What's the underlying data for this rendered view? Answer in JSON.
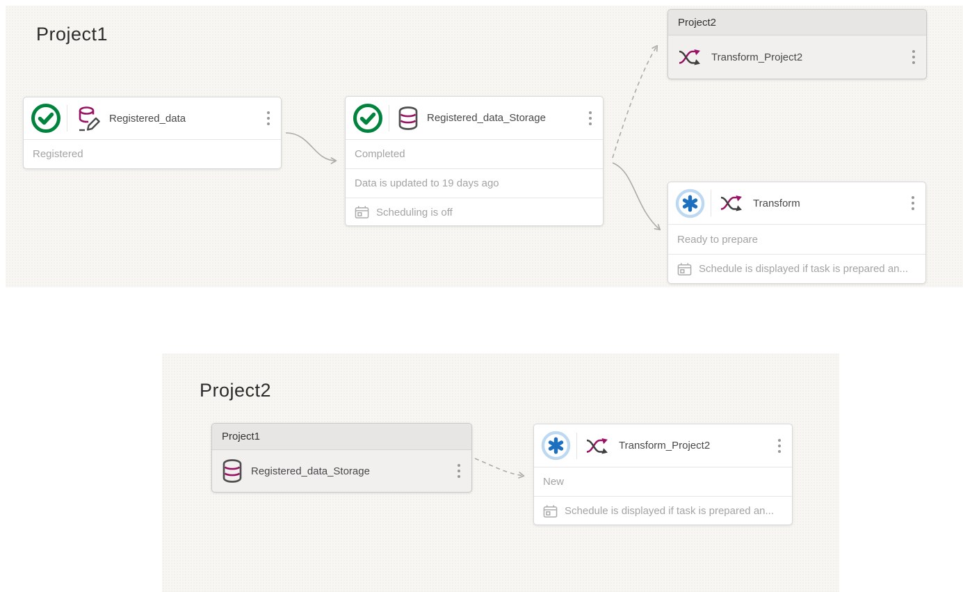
{
  "colors": {
    "success_green": "#00843D",
    "new_blue": "#1D6FBF",
    "new_blue_ring": "#BDD9F2",
    "dataset_magenta": "#991263",
    "icon_gray": "#4A4A4A",
    "status_text": "#A3A3A3",
    "edge_gray": "#ABABAB"
  },
  "top_flow": {
    "title": "Project1",
    "registered_data": {
      "title": "Registered_data",
      "status": "Registered"
    },
    "storage": {
      "title": "Registered_data_Storage",
      "status": "Completed",
      "freshness": "Data is updated to 19 days ago",
      "schedule": "Scheduling is off"
    },
    "project2_group": {
      "header": "Project2",
      "item": "Transform_Project2"
    },
    "transform": {
      "title": "Transform",
      "status": "Ready to prepare",
      "schedule": "Schedule is displayed if task is prepared an..."
    }
  },
  "bottom_flow": {
    "title": "Project2",
    "project1_group": {
      "header": "Project1",
      "item": "Registered_data_Storage"
    },
    "transform_project2": {
      "title": "Transform_Project2",
      "status": "New",
      "schedule": "Schedule is displayed if task is prepared an..."
    }
  }
}
